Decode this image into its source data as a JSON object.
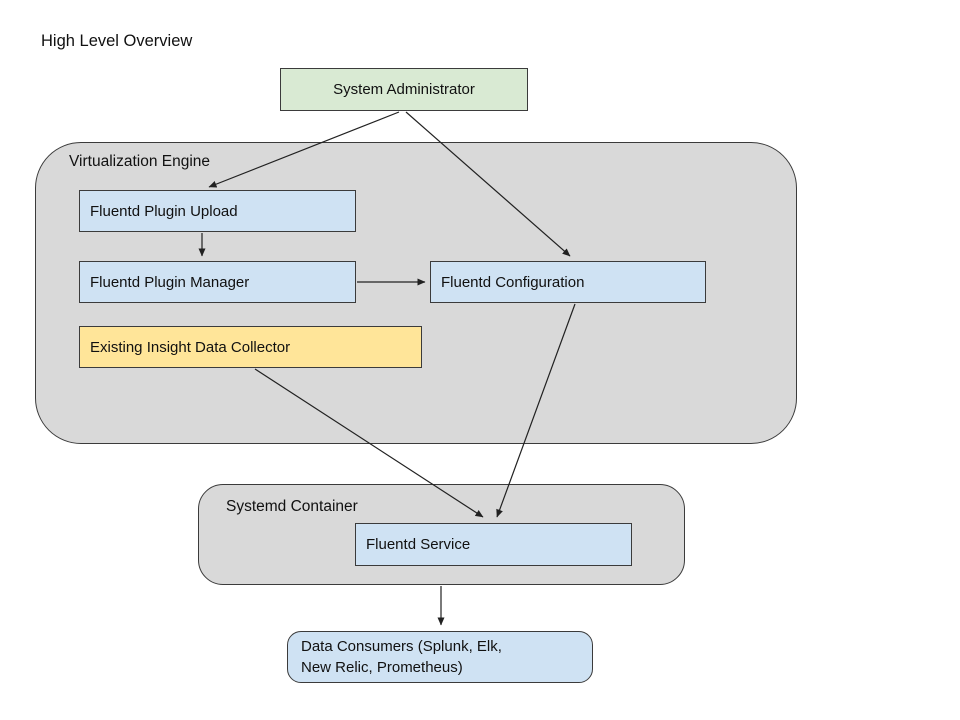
{
  "title": "High Level Overview",
  "colors": {
    "background": "#ffffff",
    "node_blue": "#cfe2f3",
    "node_green": "#d9ead3",
    "node_yellow": "#ffe599",
    "container_gray": "#d9d9d9",
    "border": "#3b3b3b",
    "arrow": "#212121",
    "text": "#111111"
  },
  "containers": {
    "virtualization_engine": {
      "label": "Virtualization Engine",
      "fill": "#d9d9d9"
    },
    "systemd_container": {
      "label": "Systemd Container",
      "fill": "#d9d9d9"
    }
  },
  "nodes": {
    "system_administrator": {
      "label": "System Administrator",
      "fill": "#d9ead3"
    },
    "fluentd_plugin_upload": {
      "label": "Fluentd Plugin Upload",
      "fill": "#cfe2f3"
    },
    "fluentd_plugin_manager": {
      "label": "Fluentd Plugin Manager",
      "fill": "#cfe2f3"
    },
    "fluentd_configuration": {
      "label": "Fluentd Configuration",
      "fill": "#cfe2f3"
    },
    "existing_insight_data_collector": {
      "label": "Existing Insight Data Collector",
      "fill": "#ffe599"
    },
    "fluentd_service": {
      "label": "Fluentd Service",
      "fill": "#cfe2f3"
    },
    "data_consumers": {
      "label": "Data Consumers (Splunk, Elk,\nNew Relic, Prometheus)",
      "fill": "#cfe2f3"
    }
  },
  "edges": [
    {
      "from": "System Administrator",
      "to": "Fluentd Plugin Upload"
    },
    {
      "from": "System Administrator",
      "to": "Fluentd Configuration"
    },
    {
      "from": "Fluentd Plugin Upload",
      "to": "Fluentd Plugin Manager"
    },
    {
      "from": "Fluentd Plugin Manager",
      "to": "Fluentd Configuration"
    },
    {
      "from": "Fluentd Configuration",
      "to": "Fluentd Service"
    },
    {
      "from": "Existing Insight Data Collector",
      "to": "Fluentd Service"
    },
    {
      "from": "Fluentd Service",
      "to": "Data Consumers (Splunk, Elk, New Relic, Prometheus)"
    }
  ]
}
